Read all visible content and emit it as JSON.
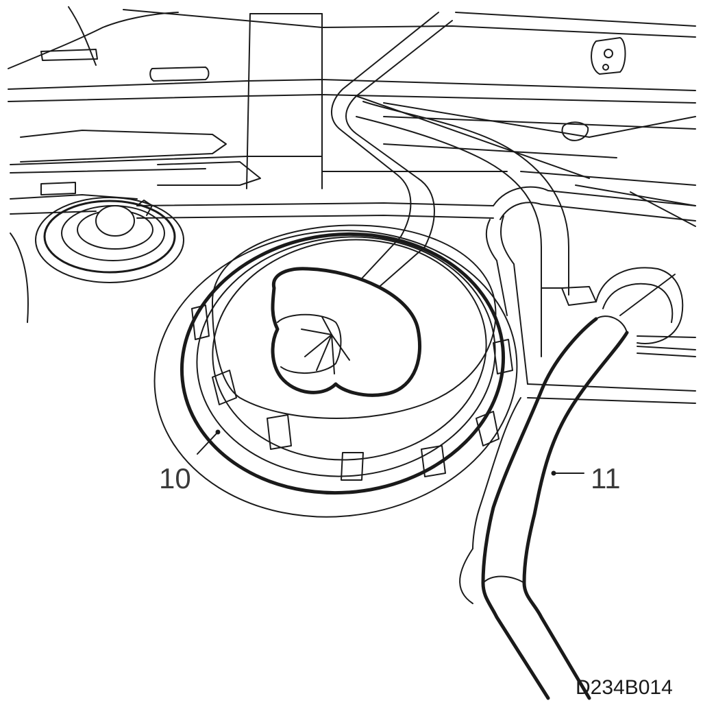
{
  "diagram": {
    "callouts": [
      {
        "id": "10",
        "label": "10"
      },
      {
        "id": "11",
        "label": "11"
      }
    ],
    "figure_code": "D234B014",
    "colors": {
      "line": "#1a1a1a",
      "label": "#3a3a3a",
      "background": "#ffffff"
    }
  }
}
